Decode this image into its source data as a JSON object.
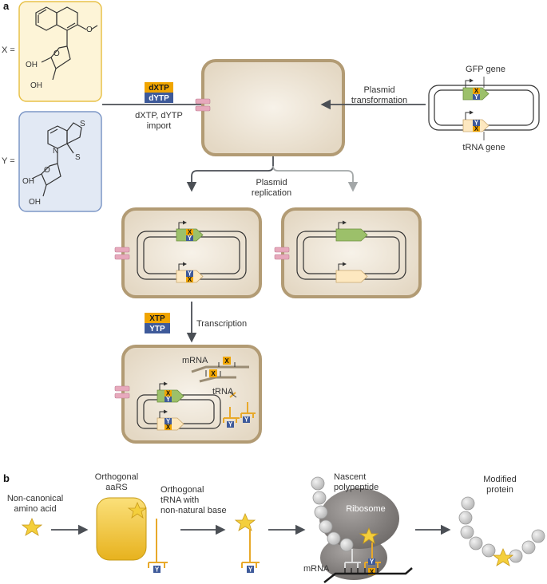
{
  "panel_a": {
    "label": "a",
    "x_eq": "X =",
    "y_eq": "Y =",
    "x_oh1": "OH",
    "x_oh2": "OH",
    "x_ome": "O",
    "y_oh1": "OH",
    "y_oh2": "OH",
    "y_n": "N",
    "y_s_ring": "S",
    "y_s_thione": "S",
    "y_o_ring": "O",
    "x_o_ring": "O",
    "tag_dxtp": "dXTP",
    "tag_dytp": "dYTP",
    "import_line1": "dXTP, dYTP",
    "import_line2": "import",
    "transform_line1": "Plasmid",
    "transform_line2": "transformation",
    "gfp_gene": "GFP gene",
    "trna_gene": "tRNA gene",
    "replication_line1": "Plasmid",
    "replication_line2": "replication",
    "tag_xtp": "XTP",
    "tag_ytp": "YTP",
    "transcription": "Transcription",
    "mrna": "mRNA",
    "trna": "tRNA",
    "base_x": "X",
    "base_y": "Y"
  },
  "panel_b": {
    "label": "b",
    "ncaa_line1": "Non-canonical",
    "ncaa_line2": "amino acid",
    "aars_line1": "Orthogonal",
    "aars_line2": "aaRS",
    "otrna_line1": "Orthogonal",
    "otrna_line2": "tRNA with",
    "otrna_line3": "non-natural base",
    "nascent_line1": "Nascent",
    "nascent_line2": "polypeptide",
    "ribosome": "Ribosome",
    "mrna": "mRNA",
    "modified_line1": "Modified",
    "modified_line2": "protein",
    "base_x": "X",
    "base_y": "Y"
  },
  "colors": {
    "x_tag": "#f0a500",
    "y_tag": "#3e5a9a",
    "cell_fill": "#ece3d4",
    "cell_border": "#b29b74",
    "x_panel_bg": "#fdf4d7",
    "x_panel_border": "#e8c24a",
    "y_panel_bg": "#e2e9f4",
    "y_panel_border": "#7d97c6",
    "gfp_green": "#9cc06a",
    "trna_cream": "#fde8c0",
    "trna_orange": "#e8a92a",
    "mrna_line": "#9a8c74",
    "pore_pink": "#e7a9bc",
    "aars_yellow": "#f5c82c",
    "ribosome_gray": "#8a8684",
    "bead_gray": "#cfcfcf",
    "star_yellow": "#f4cf3c"
  }
}
